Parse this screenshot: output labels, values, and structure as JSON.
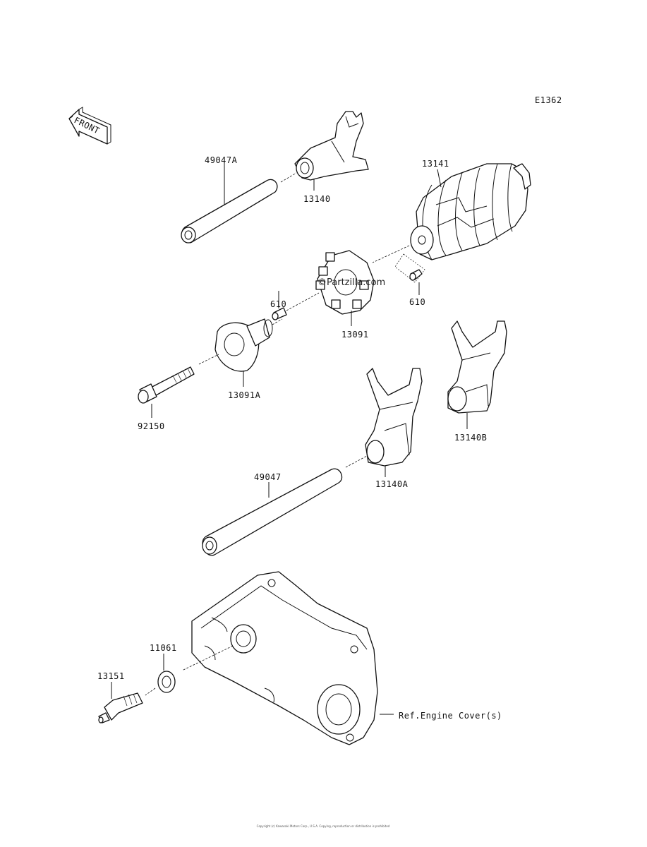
{
  "diagram_code": "E1362",
  "front_label": "FRONT",
  "watermark": "©Partzilla.com",
  "copyright": "Copyright (c) Kawasaki Motors Corp., U.S.A. Copying, reproduction or distribution is prohibited",
  "parts": [
    {
      "id": "49047A",
      "label": "49047A"
    },
    {
      "id": "13140",
      "label": "13140"
    },
    {
      "id": "13141",
      "label": "13141"
    },
    {
      "id": "610a",
      "label": "610"
    },
    {
      "id": "610b",
      "label": "610"
    },
    {
      "id": "13091",
      "label": "13091"
    },
    {
      "id": "13091A",
      "label": "13091A"
    },
    {
      "id": "92150",
      "label": "92150"
    },
    {
      "id": "13140B",
      "label": "13140B"
    },
    {
      "id": "13140A",
      "label": "13140A"
    },
    {
      "id": "49047",
      "label": "49047"
    },
    {
      "id": "11061",
      "label": "11061"
    },
    {
      "id": "13151",
      "label": "13151"
    }
  ],
  "ref_label": "Ref.Engine Cover(s)"
}
